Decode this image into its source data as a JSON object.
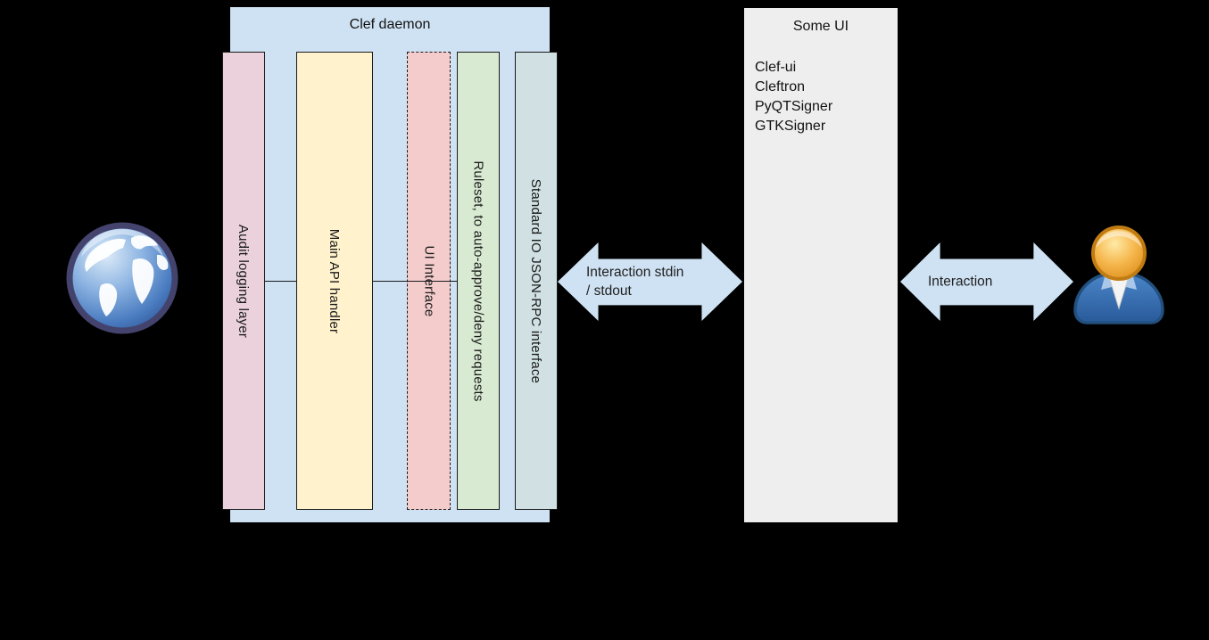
{
  "canvas": {
    "background": "#000000"
  },
  "clef_daemon": {
    "title": "Clef daemon",
    "fill": "#cfe2f3",
    "bars": [
      {
        "label": "Audit logging layer",
        "fill": "#ead1dc",
        "border_style": "solid"
      },
      {
        "label": "Main API handler",
        "fill": "#fff2cc",
        "border_style": "solid"
      },
      {
        "label": "UI Interface",
        "fill": "#f4cccc",
        "border_style": "dashed"
      },
      {
        "label": "Ruleset, to auto-approve/deny requests",
        "fill": "#d9ead3",
        "border_style": "solid"
      },
      {
        "label": "Standard IO JSON-RPC interface",
        "fill": "#d0e0e3",
        "border_style": "solid"
      }
    ]
  },
  "some_ui": {
    "title": "Some UI",
    "fill": "#eeeeee",
    "items": [
      "Clef-ui",
      "Cleftron",
      "PyQTSigner",
      "GTKSigner"
    ]
  },
  "arrows": {
    "fill": "#cfe2f3",
    "stdio": {
      "line1": "Interaction stdin",
      "line2": "/ stdout"
    },
    "user": {
      "label": "Interaction"
    }
  },
  "icons": {
    "left": "globe-icon",
    "right": "user-icon"
  }
}
